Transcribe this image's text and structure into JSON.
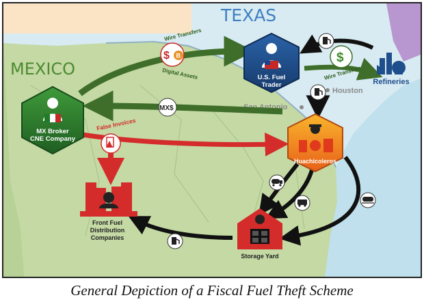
{
  "caption": "General Depiction of a Fiscal Fuel Theft Scheme",
  "regions": {
    "texas": "TEXAS",
    "mexico": "MEXICO"
  },
  "cities": {
    "san_antonio": "San Antonio",
    "houston": "Houston"
  },
  "nodes": {
    "us_trader": [
      "U.S. Fuel",
      "Trader"
    ],
    "mx_broker": [
      "MX Broker",
      "CNE Company"
    ],
    "huachicoleros": "Huachicoleros",
    "refineries": "Refineries",
    "front_fuel": [
      "Front Fuel",
      "Distribution",
      "Companies"
    ],
    "storage_yard": "Storage Yard"
  },
  "flows": {
    "wire_transfers_1": "Wire Transfers",
    "digital_assets": "Digital Assets",
    "wire_transfers_2": "Wire Transfers",
    "mxs": "MX$",
    "false_invoices": "False Invoices"
  },
  "icons": {
    "bitcoin": "B",
    "dollar": "$"
  },
  "colors": {
    "green_arrow": "#3f6e2a",
    "red_arrow": "#d42b2b",
    "black_arrow": "#111111",
    "trader_hex": "#1f4e8c",
    "broker_hex": "#2f7a2f",
    "huachi_hex": "#f08a1c",
    "land": "#c4d9a4",
    "water": "#bfe0ec"
  }
}
